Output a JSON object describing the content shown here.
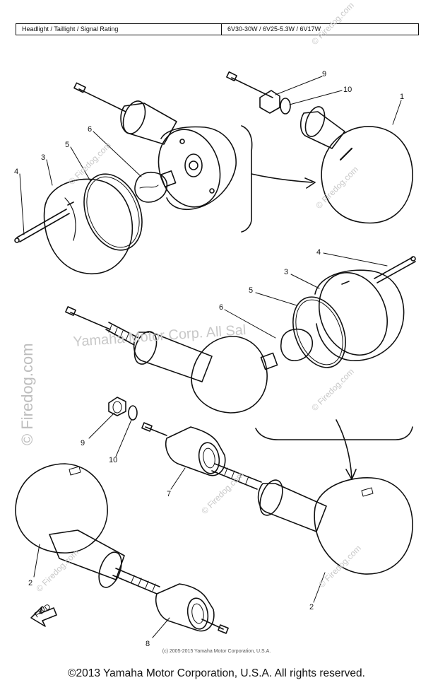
{
  "rating_table": {
    "label": "Headlight / Taillight / Signal Rating",
    "value": "6V30-30W / 6V25-5.3W / 6V17W"
  },
  "callouts": {
    "c1": "1",
    "c2a": "2",
    "c2b": "2",
    "c3a": "3",
    "c3b": "3",
    "c4a": "4",
    "c4b": "4",
    "c5a": "5",
    "c5b": "5",
    "c6a": "6",
    "c6b": "6",
    "c7": "7",
    "c8": "8",
    "c9a": "9",
    "c9b": "9",
    "c10a": "10",
    "c10b": "10"
  },
  "fwd_label": "FWD",
  "watermark": "© Firedog.com",
  "watermark_small": "© Firedog.com",
  "watermark_mid": "Yamaha Motor Corp. All Sal",
  "inner_copyright": "(c) 2005-2015 Yamaha Motor Corporation, U.S.A.",
  "footer": "©2013 Yamaha Motor Corporation, U.S.A. All rights reserved."
}
